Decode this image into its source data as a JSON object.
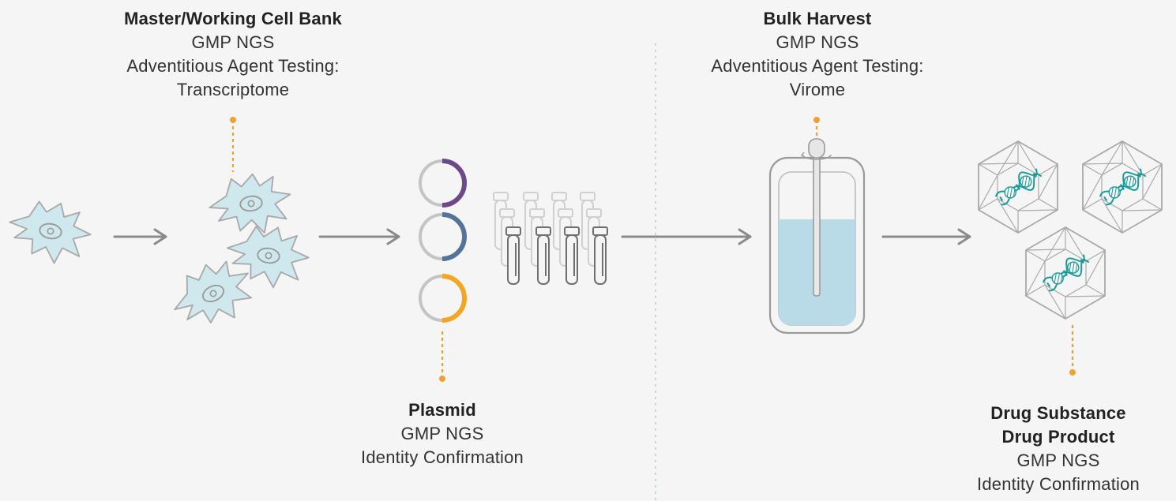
{
  "colors": {
    "background": "#f5f5f5",
    "cell_fill": "#cfe8ee",
    "cell_stroke": "#a9a9a9",
    "arrow": "#8a8a8a",
    "connector_dot": "#f0a132",
    "divider": "#bcd6ea",
    "plasmid_purple": "#6b4a8a",
    "plasmid_blue": "#55739a",
    "plasmid_orange": "#f5a524",
    "ring_gray": "#c4c4c4",
    "bioreactor_liquid": "#b9dbe7",
    "dna_teal": "#1b9a9a"
  },
  "stages": {
    "cell_bank": {
      "title": "Master/Working Cell Bank",
      "lines": [
        "GMP NGS",
        "Adventitious Agent Testing:",
        "Transcriptome"
      ]
    },
    "bulk_harvest": {
      "title": "Bulk Harvest",
      "lines": [
        "GMP NGS",
        "Adventitious Agent Testing:",
        "Virome"
      ]
    },
    "plasmid": {
      "title": "Plasmid",
      "lines": [
        "GMP NGS",
        "Identity Confirmation"
      ]
    },
    "drug": {
      "titles": [
        "Drug Substance",
        "Drug Product"
      ],
      "lines": [
        "GMP NGS",
        "Identity Confirmation"
      ]
    }
  },
  "icons": {
    "cells": "cell-icon",
    "plasmids": "plasmid-icon",
    "vials": "vial-icon",
    "bioreactor": "bioreactor-icon",
    "virus": "virus-capsid-icon"
  }
}
